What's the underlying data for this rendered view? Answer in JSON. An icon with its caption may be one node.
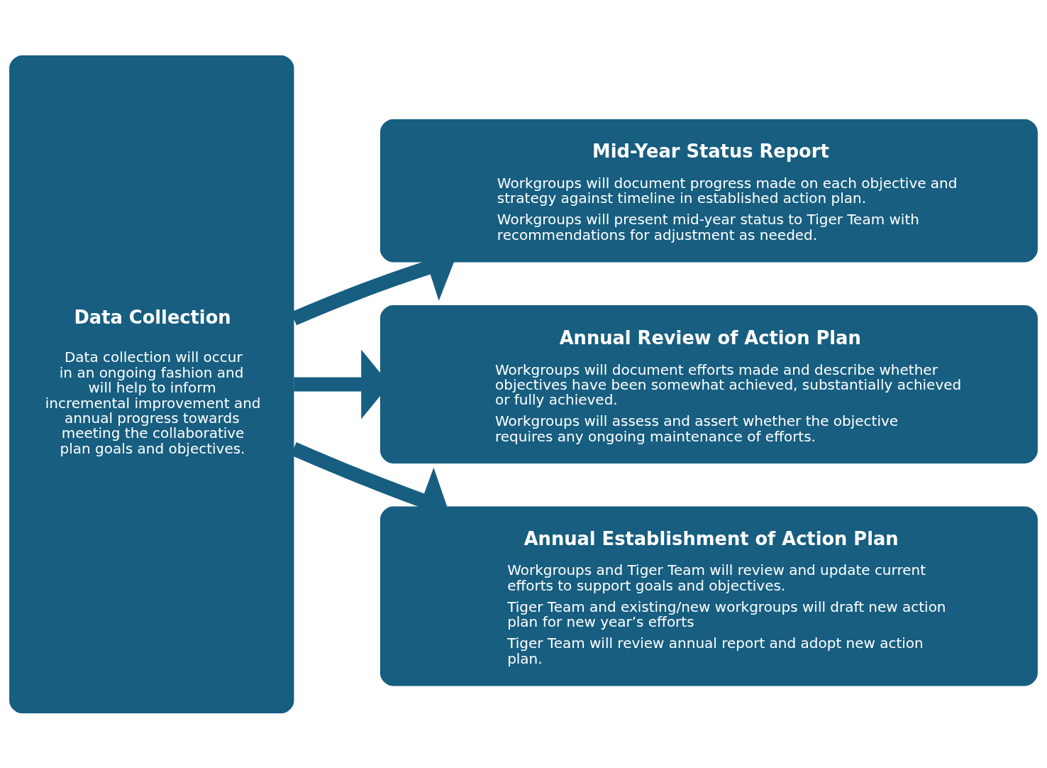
{
  "diagram": {
    "nodes": [
      {
        "text": [
          "Data Collection",
          "Data collection will occur in an ongoing fashion and will help to inform incremental improvement and annual progress towards meeting the collaborative plan goals and objectives."
        ]
      },
      {
        "text": [
          "Mid-Year Status Report",
          "Workgroups will document progress made on each objective and strategy against timeline in established action plan.",
          "Workgroups will present mid-year status to Tiger Team with recommendations for adjustment as needed."
        ]
      },
      {
        "text": [
          "Annual Review of Action Plan",
          "Workgroups will document efforts made and describe whether objectives have been somewhat achieved, substantially achieved or fully achieved.",
          "Workgroups will assess and assert whether the objective requires any ongoing maintenance of efforts."
        ]
      },
      {
        "text": [
          "Annual Establishment of Action Plan",
          "Workgroups and Tiger Team will review and update current efforts to support goals and objectives.",
          "Tiger Team and existing/new workgroups will draft new action plan for new year’s efforts",
          "Tiger Team will review annual report and adopt new action plan."
        ]
      }
    ],
    "edges": [
      {
        "from": 0,
        "to": 1,
        "arrow": "to"
      },
      {
        "from": 0,
        "to": 2,
        "arrow": "to"
      },
      {
        "from": 0,
        "to": 3,
        "arrow": "to"
      }
    ]
  }
}
